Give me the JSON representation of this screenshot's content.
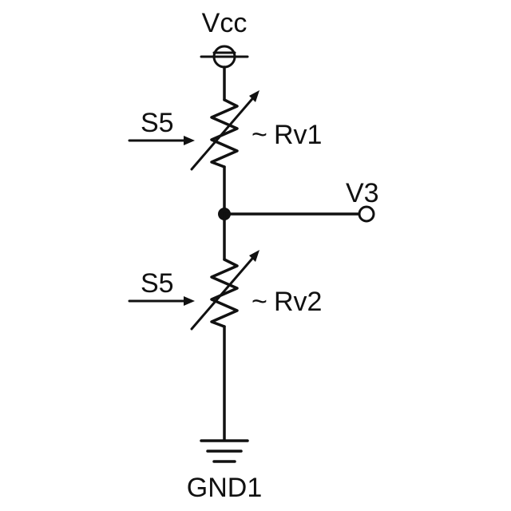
{
  "labels": {
    "vcc": "Vcc",
    "s5_top": "S5",
    "rv1": "Rv1",
    "v3": "V3",
    "s5_bottom": "S5",
    "rv2": "Rv2",
    "gnd": "GND1"
  },
  "tilde": "~",
  "colors": {
    "line": "#111111",
    "background": "#ffffff"
  }
}
